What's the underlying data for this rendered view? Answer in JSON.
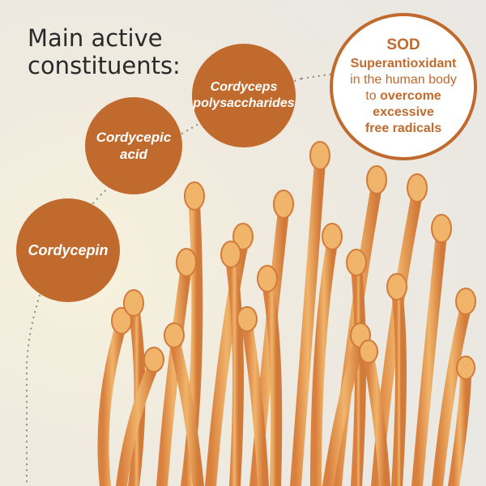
{
  "heading": {
    "line1": "Main active",
    "line2": "constituents:"
  },
  "constituents": {
    "polysaccharides": {
      "line1": "Cordyceps",
      "line2": "polysaccharides"
    },
    "acid": {
      "line1": "Cordycepic",
      "line2": "acid"
    },
    "cordycepin": {
      "line1": "Cordycepin"
    }
  },
  "sod": {
    "title": "SOD",
    "line1_bold": "Superantioxidant",
    "line2": "in the human body",
    "line3_prefix": "to ",
    "line3_bold": "overcome",
    "line4_bold": "excessive",
    "line5_bold": "free radicals"
  },
  "colors": {
    "accent": "#c06a2e",
    "fungus": "#e9a35a",
    "text": "#2a2a2a"
  },
  "image": {
    "subject": "cordyceps-fungus-cluster"
  }
}
